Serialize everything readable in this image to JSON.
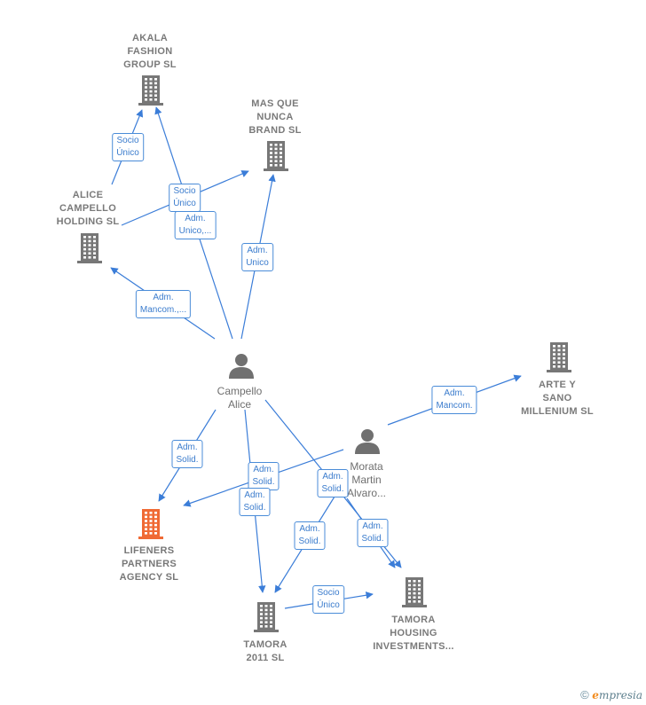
{
  "colors": {
    "edge": "#3b7dd8",
    "company": "#777777",
    "highlight": "#f06a35",
    "person": "#707070"
  },
  "nodes": [
    {
      "id": "akala",
      "type": "company",
      "lines": [
        "AKALA",
        "FASHION",
        "GROUP SL"
      ]
    },
    {
      "id": "masque",
      "type": "company",
      "lines": [
        "MAS QUE",
        "NUNCA",
        "BRAND SL"
      ]
    },
    {
      "id": "alice_holding",
      "type": "company",
      "lines": [
        "ALICE",
        "CAMPELLO",
        "HOLDING SL"
      ]
    },
    {
      "id": "arte",
      "type": "company",
      "lines": [
        "ARTE Y",
        "SANO",
        "MILLENIUM SL"
      ]
    },
    {
      "id": "lifeners",
      "type": "company",
      "highlight": true,
      "lines": [
        "LIFENERS",
        "PARTNERS",
        "AGENCY SL"
      ]
    },
    {
      "id": "tamora2011",
      "type": "company",
      "lines": [
        "TAMORA",
        "2011 SL"
      ]
    },
    {
      "id": "tamora_housing",
      "type": "company",
      "lines": [
        "TAMORA",
        "HOUSING",
        "INVESTMENTS..."
      ]
    },
    {
      "id": "campello",
      "type": "person",
      "lines": [
        "Campello",
        "Alice"
      ]
    },
    {
      "id": "morata",
      "type": "person",
      "lines": [
        "Morata",
        "Martin",
        "Alvaro..."
      ]
    }
  ],
  "edges": [
    {
      "from": "alice_holding",
      "to": "akala",
      "lines": [
        "Socio",
        "Único"
      ]
    },
    {
      "from": "alice_holding",
      "to": "masque",
      "lines": [
        "Socio",
        "Único"
      ]
    },
    {
      "from": "campello",
      "to": "akala",
      "lines": [
        "Adm.",
        "Unico,..."
      ]
    },
    {
      "from": "campello",
      "to": "masque",
      "lines": [
        "Adm.",
        "Unico"
      ]
    },
    {
      "from": "campello",
      "to": "alice_holding",
      "lines": [
        "Adm.",
        "Mancom.,..."
      ]
    },
    {
      "from": "morata",
      "to": "arte",
      "lines": [
        "Adm.",
        "Mancom."
      ]
    },
    {
      "from": "campello",
      "to": "lifeners",
      "lines": [
        "Adm.",
        "Solid."
      ]
    },
    {
      "from": "morata",
      "to": "lifeners",
      "lines": [
        "Adm.",
        "Solid."
      ]
    },
    {
      "from": "campello",
      "to": "tamora2011",
      "lines": [
        "Adm.",
        "Solid."
      ]
    },
    {
      "from": "campello",
      "to": "tamora_housing",
      "lines": [
        "Adm.",
        "Solid."
      ]
    },
    {
      "from": "morata",
      "to": "tamora2011",
      "lines": [
        "Adm.",
        "Solid."
      ]
    },
    {
      "from": "morata",
      "to": "tamora_housing",
      "lines": [
        "Adm.",
        "Solid."
      ]
    },
    {
      "from": "tamora2011",
      "to": "tamora_housing",
      "lines": [
        "Socio",
        "Único"
      ]
    }
  ],
  "footer": {
    "copyright": "©",
    "brand_initial": "e",
    "brand_rest": "mpresia"
  }
}
